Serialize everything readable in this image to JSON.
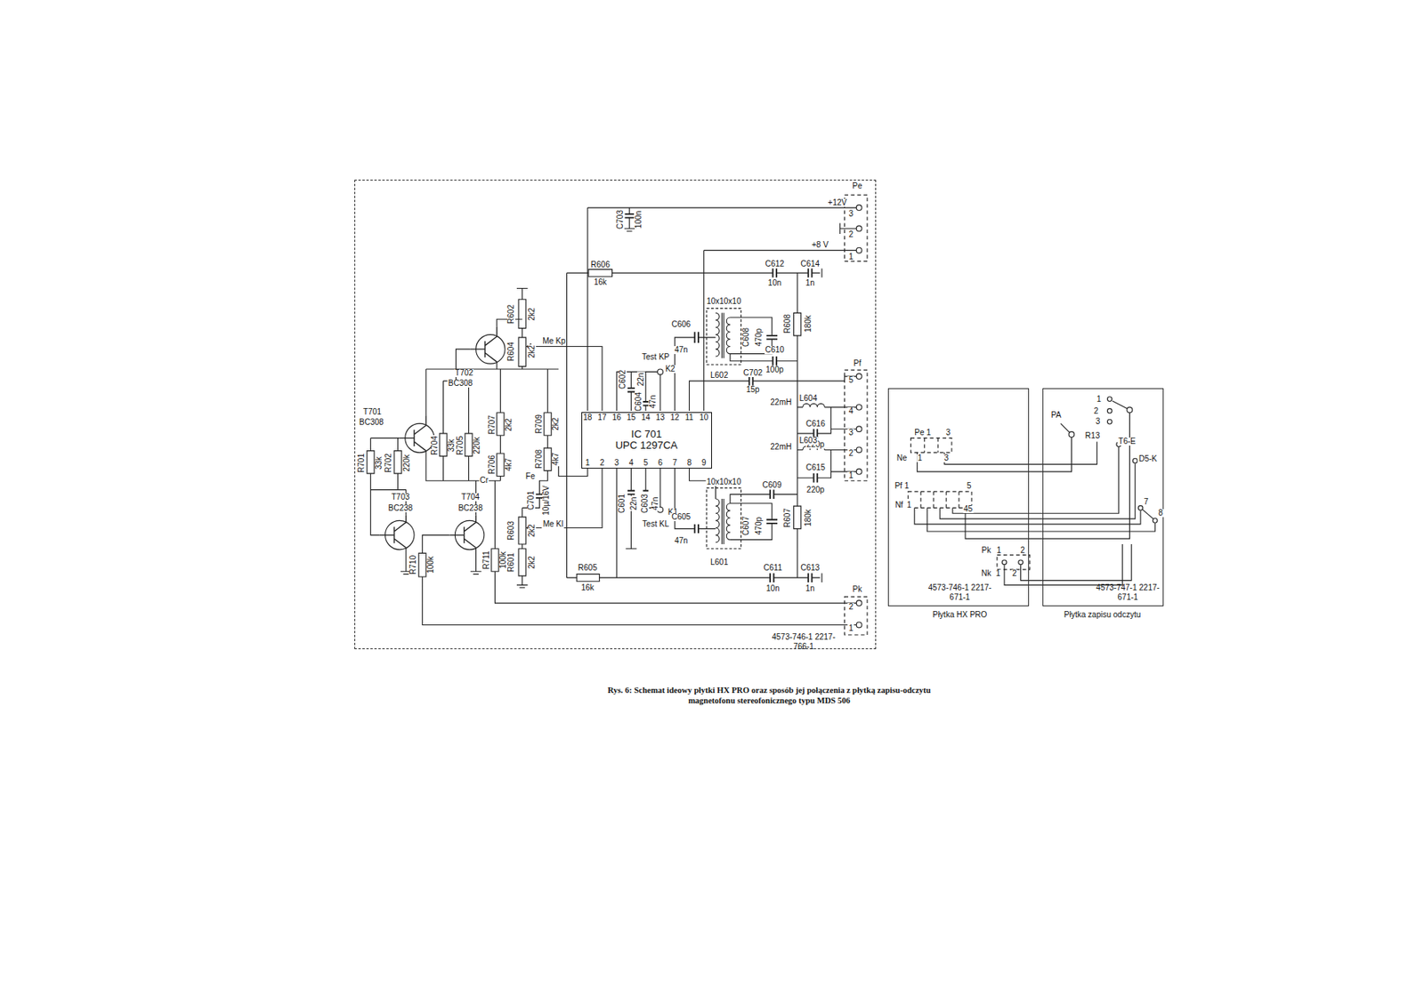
{
  "diagram": {
    "caption": "Rys. 6: Schemat ideowy płytki HX PRO oraz sposób jej połączenia z płytką zapisu-odczytu magnetofonu stereofonicznego typu MDS 506",
    "nodes": [
      {
        "text": [
          "4573-746-1 2217-766-1"
        ]
      },
      {
        "text": [
          "IC 701",
          "UPC 1297CA"
        ],
        "in": 0
      },
      {
        "text": [
          "4573-746-1 2217-671-1",
          "Płytka HX PRO"
        ]
      },
      {
        "text": [
          "4573-747-1 2217-671-1",
          "Płytka zapisu odczytu"
        ]
      }
    ],
    "labels": [
      "+12V",
      "Pe",
      "3",
      "2",
      "1",
      "+8 V",
      "C703",
      "100n",
      "R606",
      "16k",
      "C612",
      "10n",
      "C614",
      "1n",
      "R602",
      "2k2",
      "R604",
      "2k2",
      "Me Kp",
      "10x10x10",
      "C606",
      "47n",
      "C608",
      "470p",
      "R608",
      "180k",
      "L602",
      "C610",
      "100p",
      "Test KP",
      "K2",
      "C702",
      "15p",
      "C602",
      "22n",
      "C604",
      "47n",
      "T702",
      "BC308",
      "T701",
      "BC308",
      "Pf",
      "5",
      "4",
      "3",
      "2",
      "1",
      "22mH",
      "L604",
      "C616",
      "220p",
      "22mH",
      "L603",
      "C615",
      "220p",
      "18",
      "17",
      "16",
      "15",
      "14",
      "13",
      "12",
      "11",
      "10",
      "1",
      "2",
      "3",
      "4",
      "5",
      "6",
      "7",
      "8",
      "9",
      "R701",
      "33k",
      "R702",
      "220k",
      "R704",
      "33k",
      "R705",
      "220k",
      "R707",
      "2k2",
      "R706",
      "4k7",
      "Cr",
      "R709",
      "2k2",
      "R708",
      "4k7",
      "Fe",
      "C701",
      "10µ/16V",
      "Me Kl",
      "R603",
      "2k2",
      "R601",
      "2k2",
      "T703",
      "BC238",
      "T704",
      "BC238",
      "C601",
      "22n",
      "C603",
      "47n",
      "K1",
      "Test KL",
      "10x10x10",
      "C609",
      "C605",
      "47n",
      "C607",
      "470p",
      "R607",
      "180k",
      "L601",
      "C611",
      "10n",
      "C613",
      "1n",
      "R605",
      "16k",
      "R710",
      "100k",
      "R711",
      "100k",
      "Pk",
      "2",
      "1",
      "Pe 1",
      "3",
      "Ne",
      "1",
      "3",
      "PA",
      "1",
      "2",
      "3",
      "R13",
      "T6-E",
      "D5-K",
      "Pf 1",
      "5",
      "Nf",
      "1",
      "45",
      "7",
      "8",
      "Pk",
      "1",
      "2",
      "Nk",
      "1",
      "2"
    ]
  }
}
